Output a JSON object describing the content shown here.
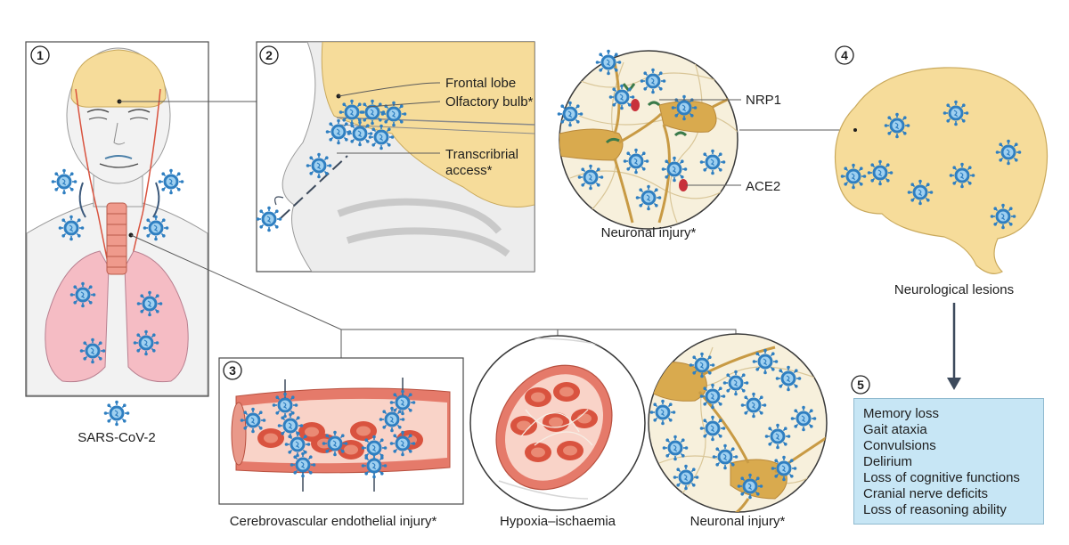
{
  "panels": {
    "p1": {
      "number": "1",
      "caption": "SARS-CoV-2"
    },
    "p2": {
      "number": "2",
      "labels": [
        "Frontal lobe",
        "Olfactory bulb*",
        "Transcribrial",
        "access*"
      ]
    },
    "neuron_top": {
      "labels": [
        "NRP1",
        "ACE2"
      ],
      "caption": "Neuronal injury*"
    },
    "p4": {
      "number": "4",
      "caption": "Neurological lesions"
    },
    "p3": {
      "number": "3",
      "caption": "Cerebrovascular endothelial injury*"
    },
    "hypoxia": {
      "caption": "Hypoxia–ischaemia"
    },
    "neuron_bottom": {
      "caption": "Neuronal injury*"
    },
    "p5": {
      "number": "5",
      "items": [
        "Memory loss",
        "Gait ataxia",
        "Convulsions",
        "Delirium",
        "Loss of cognitive functions",
        "Cranial nerve deficits",
        "Loss of reasoning ability"
      ]
    }
  },
  "colors": {
    "virus": "#2f7fc1",
    "brain": "#f6dc9a",
    "lung": "#f5bcc4",
    "vessel": "#e57a6a",
    "rbc": "#d9533f",
    "neuron": "#d9aa4e",
    "arrow": "#3d4a5c",
    "box": "#c7e6f5"
  },
  "icons": [
    "virus-icon",
    "brain-icon",
    "neuron-icon",
    "red-blood-cell-icon",
    "arrow-down-icon"
  ]
}
